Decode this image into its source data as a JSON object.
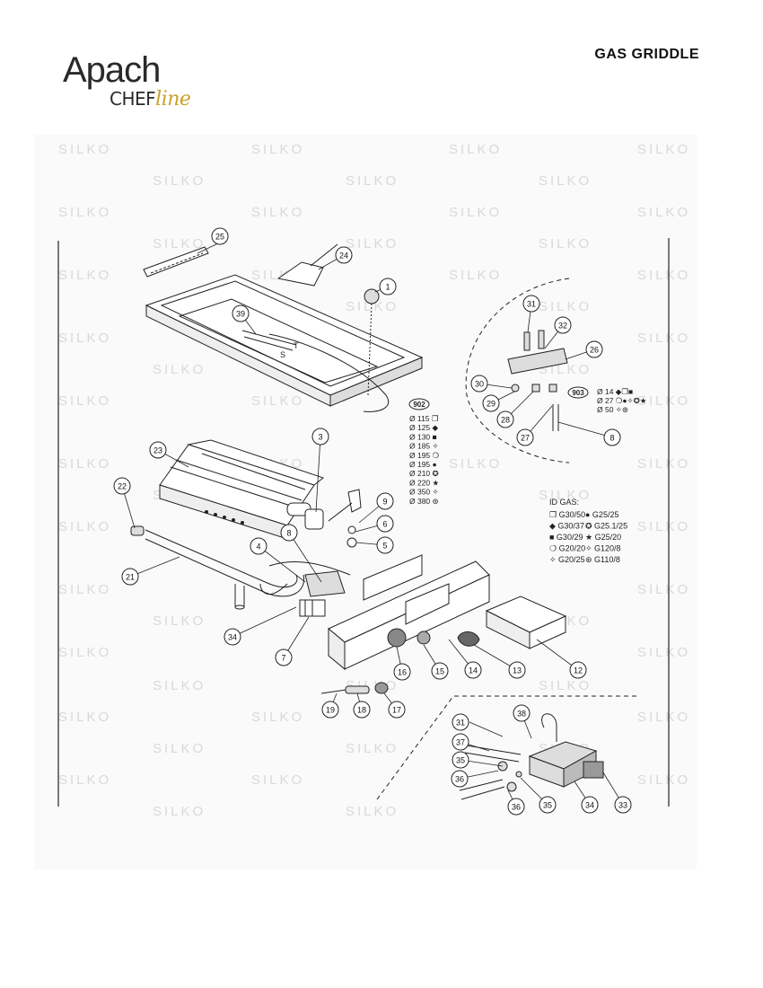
{
  "brand": {
    "name": "Apach",
    "sub": "CHEF",
    "sub_script": "line"
  },
  "document": {
    "title": "GAS GRIDDLE"
  },
  "watermark": "SILKO",
  "diagram": {
    "callouts": [
      "1",
      "3",
      "4",
      "5",
      "6",
      "7",
      "8",
      "9",
      "12",
      "13",
      "14",
      "15",
      "16",
      "17",
      "18",
      "19",
      "21",
      "22",
      "23",
      "24",
      "25",
      "26",
      "27",
      "28",
      "29",
      "30",
      "31",
      "32",
      "34",
      "35",
      "36",
      "37",
      "38",
      "33",
      "39"
    ],
    "labels": {
      "s": "S",
      "t": "T",
      "code_902": "902",
      "code_903": "903"
    },
    "injectors_902": [
      "Ø 115 ❐",
      "Ø 125 ◆",
      "Ø 130 ■",
      "Ø 185 ✧",
      "Ø 195 ❍",
      "Ø 195 ●",
      "Ø 210 ✪",
      "Ø 220 ★",
      "Ø 350 ✧",
      "Ø 380 ⊛"
    ],
    "injectors_903": [
      "Ø 14 ◆❐■",
      "Ø 27 ❍●✧✪★",
      "Ø 50 ✧⊛"
    ],
    "id_gas": {
      "title": "ID GAS:",
      "left": [
        "❐ G30/50",
        "◆ G30/37",
        "■ G30/29",
        "❍ G20/20",
        "✧ G20/25"
      ],
      "right": [
        "● G25/25",
        "✪ G25.1/25",
        "★ G25/20",
        "✧ G120/8",
        "⊛ G110/8"
      ]
    }
  }
}
